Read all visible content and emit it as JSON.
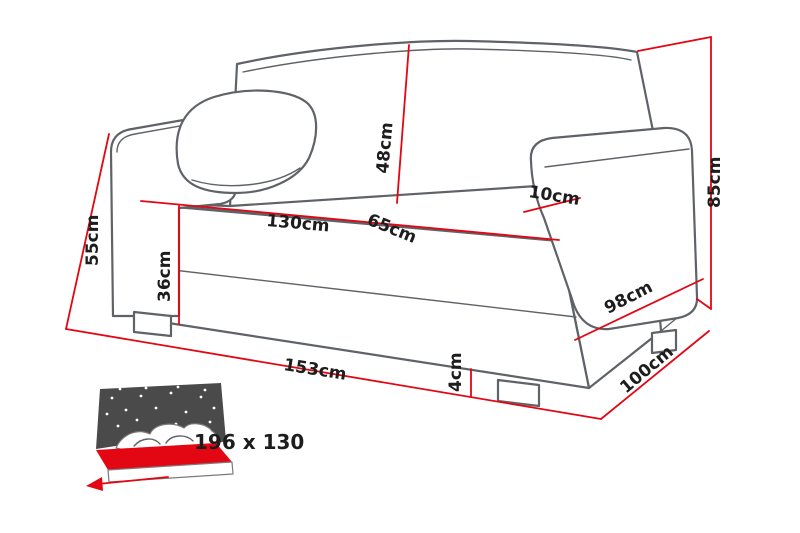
{
  "page": {
    "background_color": "#ffffff"
  },
  "figure": {
    "kind": "sofa-bed-dimension-diagram",
    "colors": {
      "outline": "#5f6368",
      "dimension_line": "#e30613",
      "label_text": "#1d1d1d",
      "icon_dark": "#4a4a4a",
      "icon_red": "#e30613"
    },
    "dimensions": {
      "armrest_height": "55cm",
      "seat_height": "36cm",
      "seat_width": "130cm",
      "seat_depth": "65cm",
      "backrest_height": "48cm",
      "armrest_width": "10cm",
      "overall_height": "85cm",
      "base_depth": "98cm",
      "overall_depth": "100cm",
      "overall_width": "153cm",
      "leg_height": "4cm"
    },
    "sleeping_area": {
      "label": "196 x 130"
    }
  }
}
